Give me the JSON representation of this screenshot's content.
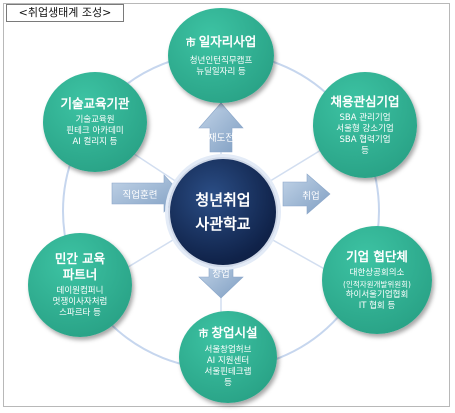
{
  "title": "<취업생태계 조성>",
  "center": {
    "line1": "청년취업",
    "line2": "사관학교"
  },
  "colors": {
    "green": "#2faa8e",
    "center": "#14285a",
    "arrow": "#9cb6d4"
  },
  "nodes": {
    "top": {
      "mark": "市",
      "title": "일자리사업",
      "lines": [
        "청년인턴직무캠프",
        "뉴딜일자리 등"
      ]
    },
    "upper_left": {
      "title": "기술교육기관",
      "lines": [
        "기술교육원",
        "핀테크 아카데미",
        "AI 컬리지 등"
      ]
    },
    "upper_right": {
      "title": "채용관심기업",
      "lines": [
        "SBA 관리기업",
        "서울형 강소기업",
        "SBA 협력기업",
        "등"
      ]
    },
    "lower_left": {
      "title_lines": [
        "민간 교육",
        "파트너"
      ],
      "lines": [
        "데이원컴퍼니",
        "멋쟁이사자처럼",
        "스파르타 등"
      ]
    },
    "lower_right": {
      "title": "기업 협단체",
      "lines": [
        "대한상공회의소",
        "(인적자원개발위원회)",
        "하이서울기업협회",
        "IT 협회 등"
      ]
    },
    "bottom": {
      "mark": "市",
      "title": "창업시설",
      "lines": [
        "서울창업허브",
        "AI 지원센터",
        "서울핀테크랩",
        "등"
      ]
    }
  },
  "arrows": {
    "up": "재도전",
    "left": "직업훈련",
    "right": "취업",
    "down": "창업"
  }
}
